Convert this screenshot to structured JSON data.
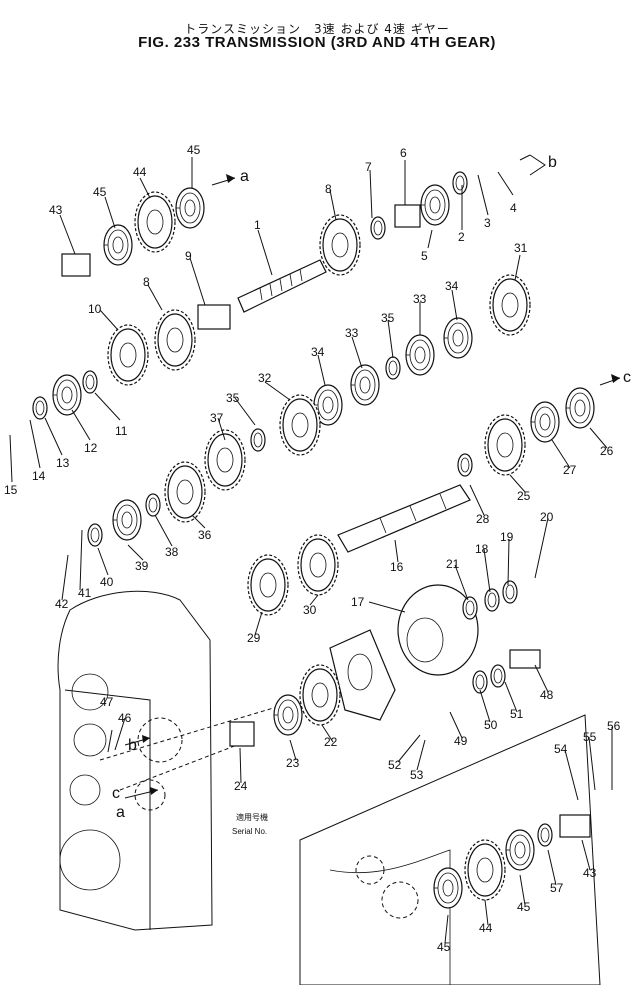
{
  "title_jp": "トランスミッション　3速 および 4速 ギヤー",
  "title": "FIG. 233  TRANSMISSION (3RD AND 4TH GEAR)",
  "serial_jp": "適用号機",
  "serial_en": "Serial No.",
  "letters": {
    "a": "a",
    "b": "b",
    "c": "c"
  },
  "callouts": [
    "1",
    "2",
    "3",
    "4",
    "5",
    "6",
    "7",
    "8",
    "9",
    "10",
    "11",
    "12",
    "13",
    "14",
    "15",
    "16",
    "17",
    "18",
    "19",
    "20",
    "21",
    "22",
    "23",
    "24",
    "25",
    "26",
    "27",
    "28",
    "29",
    "30",
    "31",
    "32",
    "33",
    "34",
    "35",
    "36",
    "37",
    "38",
    "39",
    "40",
    "41",
    "42",
    "43",
    "44",
    "45",
    "46",
    "47",
    "48",
    "49",
    "50",
    "51",
    "52",
    "53",
    "54",
    "55",
    "56",
    "57"
  ]
}
